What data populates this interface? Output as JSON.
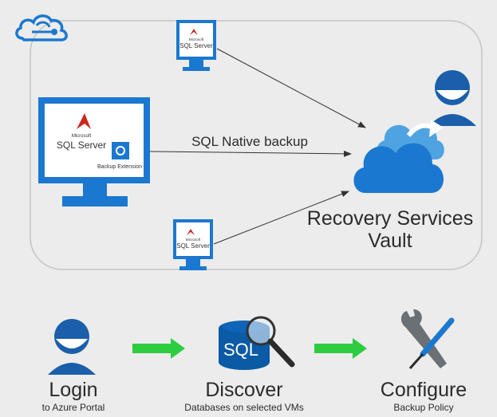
{
  "diagram": {
    "sql_brand_small": "Microsoft",
    "sql_brand_large": "SQL Server",
    "backup_extension_label": "Backup Extension",
    "arrow_label": "SQL Native backup",
    "vault_label_line1": "Recovery Services",
    "vault_label_line2": "Vault"
  },
  "steps": [
    {
      "title": "Login",
      "subtitle": "to Azure Portal"
    },
    {
      "title": "Discover",
      "subtitle": "Databases on selected VMs",
      "icon_text": "SQL"
    },
    {
      "title": "Configure",
      "subtitle": "Backup Policy"
    }
  ],
  "icons": {
    "cloud": "azure-cloud-icon",
    "vm": "monitor-icon",
    "user": "user-icon",
    "vault": "recovery-vault-cloud-icon",
    "database": "sql-database-icon",
    "tools": "wrench-screwdriver-icon"
  },
  "colors": {
    "azure_blue": "#1b78d0",
    "dark_blue": "#0b5aa5",
    "green_arrow": "#2ecc40",
    "sql_red": "#c8281e"
  }
}
